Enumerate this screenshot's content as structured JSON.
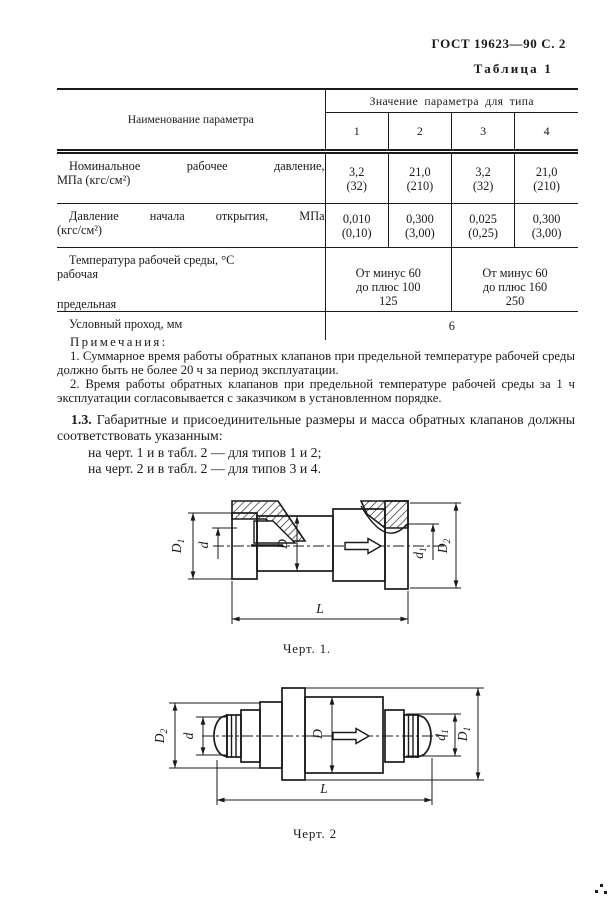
{
  "page": {
    "header": "ГОСТ 19623—90 С. 2",
    "table_caption": "Таблица 1"
  },
  "table": {
    "name_header": "Наименование параметра",
    "value_header": "Значение параметра для типа",
    "type_columns": [
      "1",
      "2",
      "3",
      "4"
    ],
    "rows": {
      "nominal_pressure": {
        "words1": [
          "Номинальное",
          "рабочее",
          "давление,"
        ],
        "line2": "МПа (кгс/см²)",
        "values": [
          [
            "3,2",
            "(32)"
          ],
          [
            "21,0",
            "(210)"
          ],
          [
            "3,2",
            "(32)"
          ],
          [
            "21,0",
            "(210)"
          ]
        ]
      },
      "opening_pressure": {
        "words1": [
          "Давление",
          "начала",
          "открытия,",
          "МПа"
        ],
        "line2": "(кгс/см²)",
        "values": [
          [
            "0,010",
            "(0,10)"
          ],
          [
            "0,300",
            "(3,00)"
          ],
          [
            "0,025",
            "(0,25)"
          ],
          [
            "0,300",
            "(3,00)"
          ]
        ]
      },
      "temperature": {
        "line1": "Температура рабочей среды, °С",
        "line2": "рабочая",
        "line3": "предельная",
        "ranges": [
          {
            "l1": "От минус 60",
            "l2": "до плюс 100",
            "limit": "125"
          },
          {
            "l1": "От минус 60",
            "l2": "до плюс 160",
            "limit": "250"
          }
        ]
      },
      "bore": {
        "name": "Условный проход, мм",
        "value": "6"
      }
    }
  },
  "notes": {
    "title": "Примечания:",
    "items": [
      "1. Суммарное время работы обратных клапанов при предельной температуре рабочей среды должно быть не более 20 ч за период эксплуатации.",
      "2. Время работы обратных клапанов при предельной температуре рабочей среды за 1 ч эксплуатации согласовывается с заказчиком в установленном порядке."
    ]
  },
  "section13": {
    "num": "1.3.",
    "text": "Габаритные и присоединительные размеры и масса обратных клапанов должны соответствовать указанным:",
    "items": [
      "на черт. 1 и в табл. 2 — для типов 1 и 2;",
      "на черт. 2 и в табл. 2 — для типов 3 и 4."
    ]
  },
  "figure1": {
    "caption": "Черт. 1.",
    "labels": {
      "left_outer": {
        "main": "D",
        "sub": "1"
      },
      "left_inner": {
        "main": "d",
        "sub": ""
      },
      "center": {
        "main": "D",
        "sub": ""
      },
      "right_inner": {
        "main": "d",
        "sub": "1"
      },
      "right_outer": {
        "main": "D",
        "sub": "2"
      },
      "length": {
        "main": "L",
        "sub": ""
      }
    }
  },
  "figure2": {
    "caption": "Черт. 2",
    "labels": {
      "left_outer": {
        "main": "D",
        "sub": "2"
      },
      "left_inner": {
        "main": "d",
        "sub": ""
      },
      "center": {
        "main": "D",
        "sub": ""
      },
      "right_inner": {
        "main": "d",
        "sub": "1"
      },
      "right_outer": {
        "main": "D",
        "sub": "1"
      },
      "length": {
        "main": "L",
        "sub": ""
      }
    }
  }
}
